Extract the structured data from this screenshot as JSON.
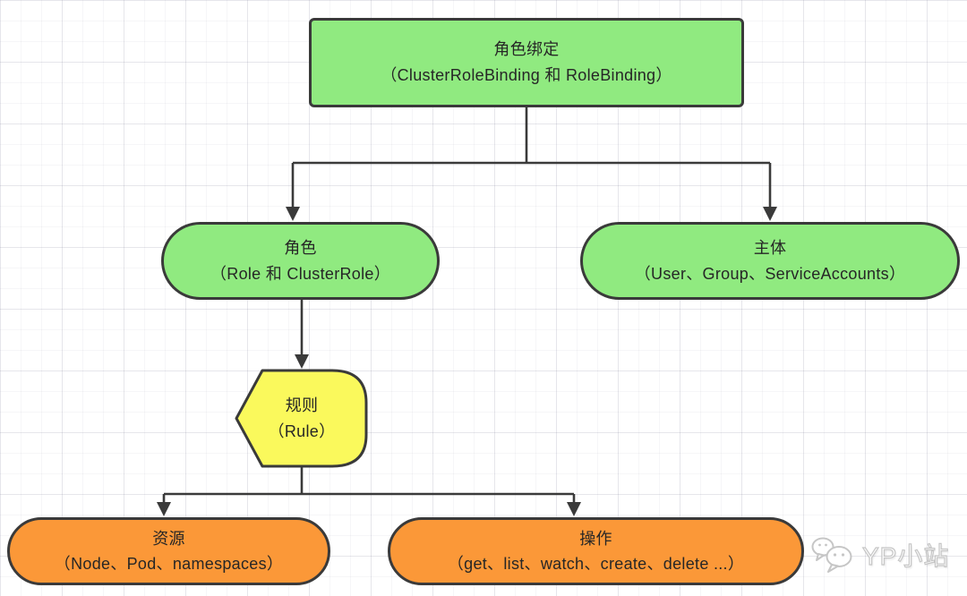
{
  "nodes": {
    "role_binding": {
      "line1": "角色绑定",
      "line2": "（ClusterRoleBinding 和 RoleBinding）"
    },
    "role": {
      "line1": "角色",
      "line2": "（Role 和 ClusterRole）"
    },
    "subject": {
      "line1": "主体",
      "line2": "（User、Group、ServiceAccounts）"
    },
    "rule": {
      "line1": "规则",
      "line2": "（Rule）"
    },
    "resource": {
      "line1": "资源",
      "line2": "（Node、Pod、namespaces）"
    },
    "operation": {
      "line1": "操作",
      "line2": "（get、list、watch、create、delete ...）"
    }
  },
  "watermark": {
    "label": "YP小站",
    "icon": "wechat-icon"
  },
  "colors": {
    "green": "#90EA80",
    "yellow": "#FAF95C",
    "orange": "#FB9838",
    "border": "#3A3A3A",
    "line": "#3A3A3A",
    "text": "#262626"
  }
}
